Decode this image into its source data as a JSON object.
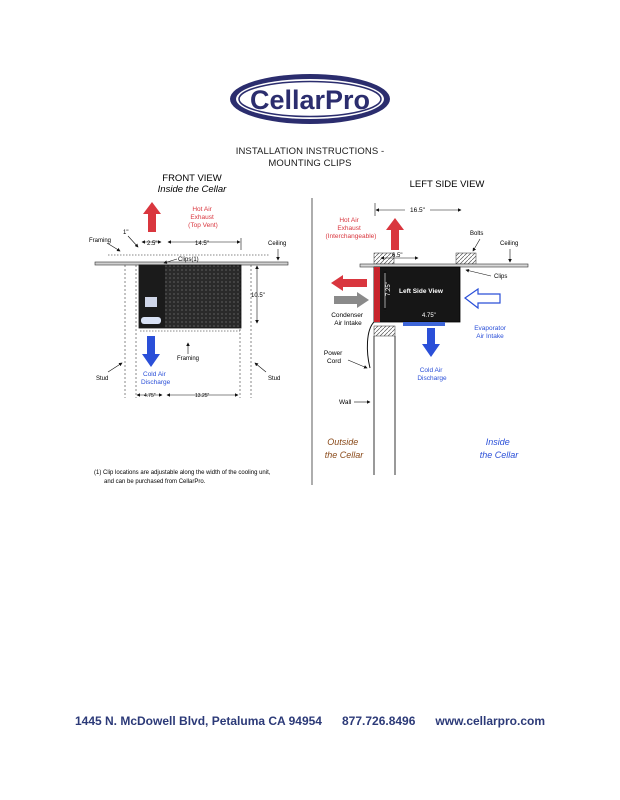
{
  "logo": {
    "text": "CellarPro",
    "colors": {
      "ring": "#2b2d6e",
      "fill": "#ffffff",
      "text": "#2b2d6e"
    }
  },
  "header": {
    "line1": "INSTALLATION INSTRUCTIONS -",
    "line2": "MOUNTING CLIPS"
  },
  "front_view": {
    "title": "FRONT VIEW",
    "subtitle": "Inside the Cellar",
    "hot_air": [
      "Hot Air",
      "Exhaust",
      "(Top Vent)"
    ],
    "dim_1in": "1\"",
    "dim_25": "2.5\"",
    "dim_145": "14.5\"",
    "framing_top": "Framing",
    "ceiling": "Ceiling",
    "clips": "Clips(1)",
    "dim_105": "10.5\"",
    "framing": "Framing",
    "cold_air": [
      "Cold Air",
      "Discharge"
    ],
    "stud_left": "Stud",
    "stud_right": "Stud",
    "dim_475": "4.75\"",
    "dim_1325": "13.25\"",
    "note_line1": "(1) Clip locations are adjustable along the width of the cooling unit,",
    "note_line2": "and can be purchased from CellarPro."
  },
  "side_view": {
    "title": "LEFT SIDE VIEW",
    "dim_165": "16.5\"",
    "hot_air": [
      "Hot Air",
      "Exhaust",
      "(Interchangeable)"
    ],
    "bolts": "Bolts",
    "ceiling": "Ceiling",
    "dim_65": "6.5\"",
    "clips": "Clips",
    "box_label": "Left Side View",
    "dim_725": "7.25\"",
    "dim_475": "4.75\"",
    "condenser": [
      "Condenser",
      "Air Intake"
    ],
    "evaporator": [
      "Evaporator",
      "Air Intake"
    ],
    "power_cord": [
      "Power",
      "Cord"
    ],
    "cold_air": [
      "Cold Air",
      "Discharge"
    ],
    "wall": "Wall",
    "outside": [
      "Outside",
      "the Cellar"
    ],
    "inside": [
      "Inside",
      "the Cellar"
    ]
  },
  "colors": {
    "hot": "#d9363e",
    "cold": "#2a4fd8",
    "gray_arrow": "#8a8a8a",
    "footer": "#2c3a78"
  },
  "footer": {
    "address": "1445 N. McDowell Blvd, Petaluma CA 94954",
    "phone": "877.726.8496",
    "web": "www.cellarpro.com"
  }
}
